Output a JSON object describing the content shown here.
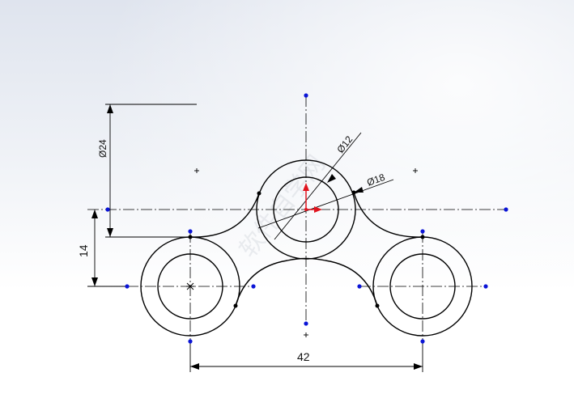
{
  "drawing": {
    "dimensions": {
      "dia_outer_left": "Ø24",
      "height": "14",
      "dia_small": "Ø12",
      "dia_large": "Ø18",
      "spacing": "42"
    },
    "watermark": "软件自学网",
    "colors": {
      "line": "#000000",
      "point": "#0a14d6",
      "origin_axis": "#e0141e",
      "watermark": "#c9ced6"
    }
  }
}
